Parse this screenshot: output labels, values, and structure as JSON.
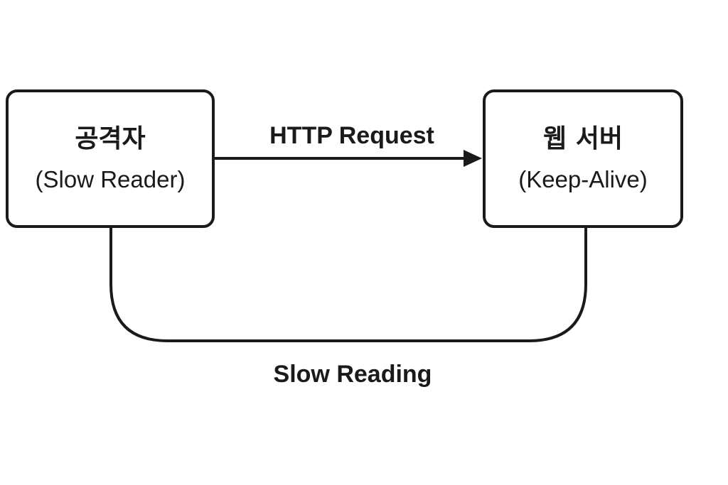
{
  "nodes": {
    "attacker": {
      "title": "공격자",
      "subtitle": "(Slow Reader)"
    },
    "server": {
      "title": "웹 서버",
      "subtitle": "(Keep-Alive)"
    }
  },
  "edges": {
    "request": {
      "label": "HTTP Request"
    },
    "slow_reading": {
      "label": "Slow Reading"
    }
  },
  "colors": {
    "stroke": "#1a1a1a",
    "background": "#ffffff"
  }
}
